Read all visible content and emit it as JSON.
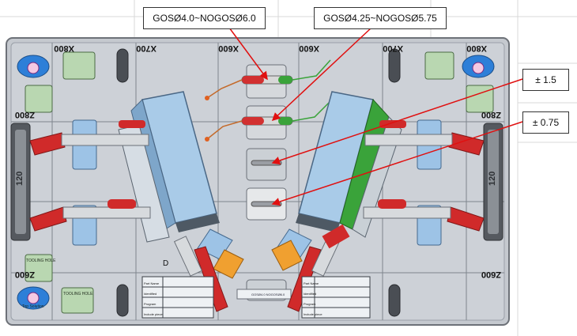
{
  "callouts": {
    "gauge_a": "GOSØ4.0~NOGOSØ6.0",
    "gauge_b": "GOSØ4.25~NOGOSØ5.75",
    "tol_a": "± 1.5",
    "tol_b": "± 0.75"
  },
  "grid_labels": {
    "x800_left": "X800",
    "x700_left": "X700",
    "x600_left": "X600",
    "x600_right": "X600",
    "x700_right": "X700",
    "x800_right": "X800",
    "z800_left": "Z800",
    "z800_right": "Z800",
    "z600_left": "Z600",
    "z600_right": "Z600",
    "y120_left": "120",
    "y120_right": "120"
  },
  "tags": {
    "tooling_hole": "TOOLING HOLE",
    "datum_d": "D",
    "top_solution": "Top Solution",
    "center_label": "GOSØ4.0 NOGOSØ6.0"
  },
  "table": {
    "rows": [
      "Part Name",
      "Identified",
      "Program",
      "Include piece"
    ]
  },
  "colors": {
    "plate": "#c9cdd3",
    "clamp_red": "#d02a2a",
    "pad_blue": "#9dc3e6",
    "block_green": "#3aa33a",
    "bracket_orange": "#f0a030",
    "leader": "#e01010"
  }
}
